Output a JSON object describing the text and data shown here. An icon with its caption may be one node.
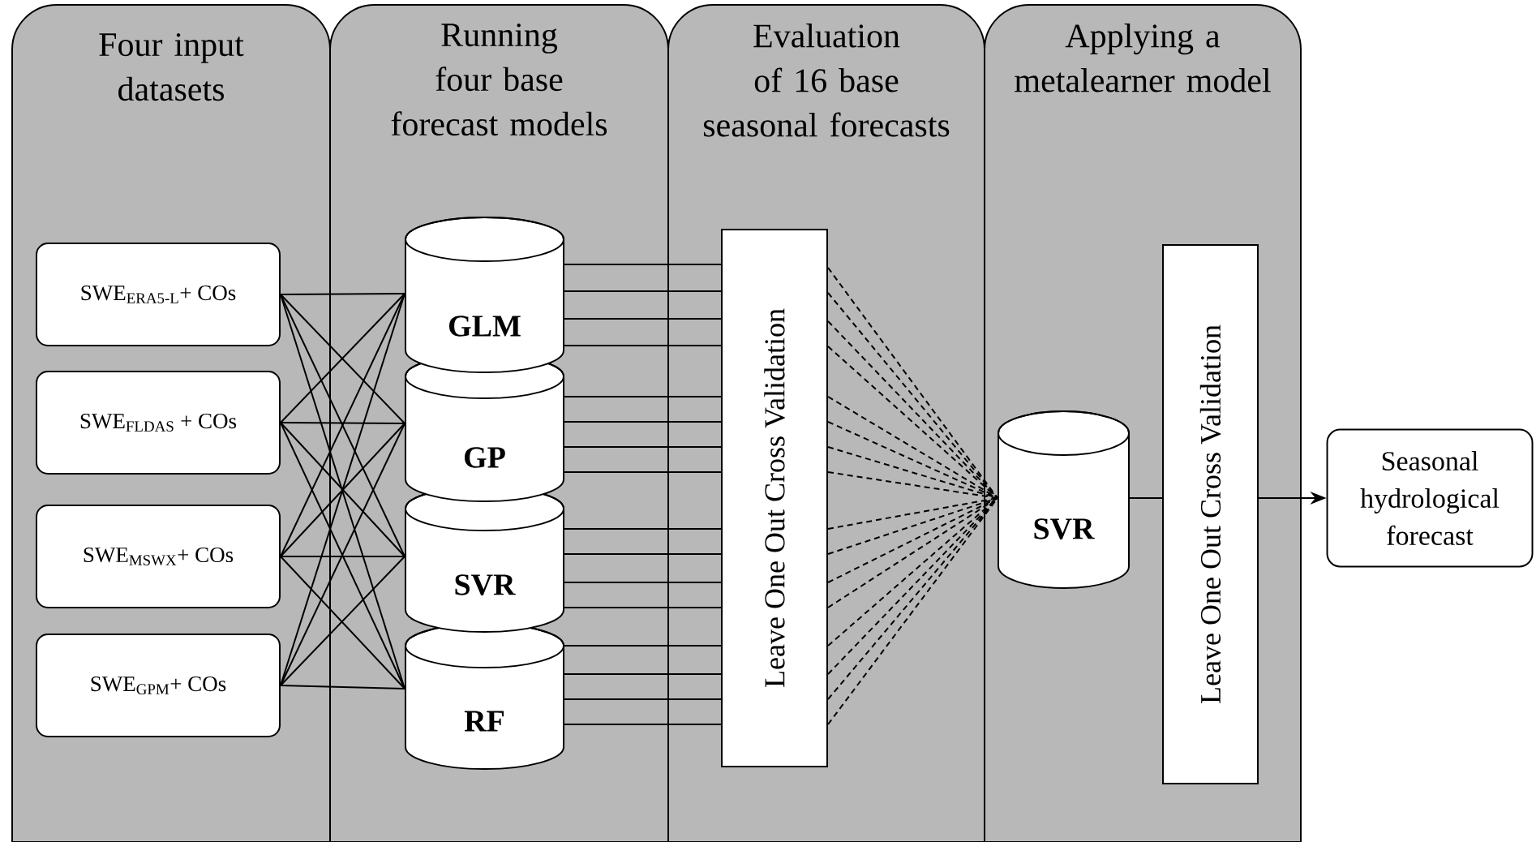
{
  "diagram": {
    "nodes": [
      {
        "text": [
          "Four input datasets"
        ]
      },
      {
        "text": [
          "SWE$_{ERA5-L}$+ COs"
        ],
        "in": 0
      },
      {
        "text": [
          "SWE$_{FLDAS}$ + COs"
        ],
        "in": 0
      },
      {
        "text": [
          "SWE$_{MSWX}$+ COs"
        ],
        "in": 0
      },
      {
        "text": [
          "SWE$_{GPM}$+ COs"
        ],
        "in": 0
      },
      {
        "text": [
          "Running four base forecast models"
        ]
      },
      {
        "text": [
          "GLM"
        ],
        "in": 5
      },
      {
        "text": [
          "GP"
        ],
        "in": 5
      },
      {
        "text": [
          "SVR"
        ],
        "in": 5
      },
      {
        "text": [
          "RF"
        ],
        "in": 5
      },
      {
        "text": [
          "Evaluation of 16 base seasonal forecasts"
        ]
      },
      {
        "text": [
          "Leave One Out Cross Validation"
        ],
        "in": 10
      },
      {
        "text": [
          "Applying a metalearner model"
        ]
      },
      {
        "text": [
          "SVR"
        ],
        "in": 12
      },
      {
        "text": [
          "Leave One Out Cross Validation"
        ],
        "in": 12
      },
      {
        "text": [
          "Seasonal hydrological forecast"
        ]
      }
    ],
    "edges": [
      {
        "from": 1,
        "to": 6,
        "arrow": "none"
      },
      {
        "from": 1,
        "to": 7,
        "arrow": "none"
      },
      {
        "from": 1,
        "to": 8,
        "arrow": "none"
      },
      {
        "from": 1,
        "to": 9,
        "arrow": "none"
      },
      {
        "from": 2,
        "to": 6,
        "arrow": "none"
      },
      {
        "from": 2,
        "to": 7,
        "arrow": "none"
      },
      {
        "from": 2,
        "to": 8,
        "arrow": "none"
      },
      {
        "from": 2,
        "to": 9,
        "arrow": "none"
      },
      {
        "from": 3,
        "to": 6,
        "arrow": "none"
      },
      {
        "from": 3,
        "to": 7,
        "arrow": "none"
      },
      {
        "from": 3,
        "to": 8,
        "arrow": "none"
      },
      {
        "from": 3,
        "to": 9,
        "arrow": "none"
      },
      {
        "from": 4,
        "to": 6,
        "arrow": "none"
      },
      {
        "from": 4,
        "to": 7,
        "arrow": "none"
      },
      {
        "from": 4,
        "to": 8,
        "arrow": "none"
      },
      {
        "from": 4,
        "to": 9,
        "arrow": "none"
      },
      {
        "from": 6,
        "to": 11,
        "arrow": "none"
      },
      {
        "from": 6,
        "to": 11,
        "arrow": "none"
      },
      {
        "from": 6,
        "to": 11,
        "arrow": "none"
      },
      {
        "from": 6,
        "to": 11,
        "arrow": "none"
      },
      {
        "from": 7,
        "to": 11,
        "arrow": "none"
      },
      {
        "from": 7,
        "to": 11,
        "arrow": "none"
      },
      {
        "from": 7,
        "to": 11,
        "arrow": "none"
      },
      {
        "from": 7,
        "to": 11,
        "arrow": "none"
      },
      {
        "from": 8,
        "to": 11,
        "arrow": "none"
      },
      {
        "from": 8,
        "to": 11,
        "arrow": "none"
      },
      {
        "from": 8,
        "to": 11,
        "arrow": "none"
      },
      {
        "from": 8,
        "to": 11,
        "arrow": "none"
      },
      {
        "from": 9,
        "to": 11,
        "arrow": "none"
      },
      {
        "from": 9,
        "to": 11,
        "arrow": "none"
      },
      {
        "from": 9,
        "to": 11,
        "arrow": "none"
      },
      {
        "from": 9,
        "to": 11,
        "arrow": "none"
      },
      {
        "from": 11,
        "to": 13,
        "arrow": "none",
        "style": "dashed"
      },
      {
        "from": 11,
        "to": 13,
        "arrow": "none",
        "style": "dashed"
      },
      {
        "from": 11,
        "to": 13,
        "arrow": "none",
        "style": "dashed"
      },
      {
        "from": 11,
        "to": 13,
        "arrow": "none",
        "style": "dashed"
      },
      {
        "from": 11,
        "to": 13,
        "arrow": "none",
        "style": "dashed"
      },
      {
        "from": 11,
        "to": 13,
        "arrow": "none",
        "style": "dashed"
      },
      {
        "from": 11,
        "to": 13,
        "arrow": "none",
        "style": "dashed"
      },
      {
        "from": 11,
        "to": 13,
        "arrow": "none",
        "style": "dashed"
      },
      {
        "from": 11,
        "to": 13,
        "arrow": "none",
        "style": "dashed"
      },
      {
        "from": 11,
        "to": 13,
        "arrow": "none",
        "style": "dashed"
      },
      {
        "from": 11,
        "to": 13,
        "arrow": "none",
        "style": "dashed"
      },
      {
        "from": 11,
        "to": 13,
        "arrow": "none",
        "style": "dashed"
      },
      {
        "from": 11,
        "to": 13,
        "arrow": "none",
        "style": "dashed"
      },
      {
        "from": 11,
        "to": 13,
        "arrow": "none",
        "style": "dashed"
      },
      {
        "from": 11,
        "to": 13,
        "arrow": "none",
        "style": "dashed"
      },
      {
        "from": 11,
        "to": 13,
        "arrow": "none",
        "style": "dashed"
      },
      {
        "from": 13,
        "to": 14,
        "arrow": "none"
      },
      {
        "from": 14,
        "to": 15,
        "arrow": "to"
      }
    ]
  }
}
